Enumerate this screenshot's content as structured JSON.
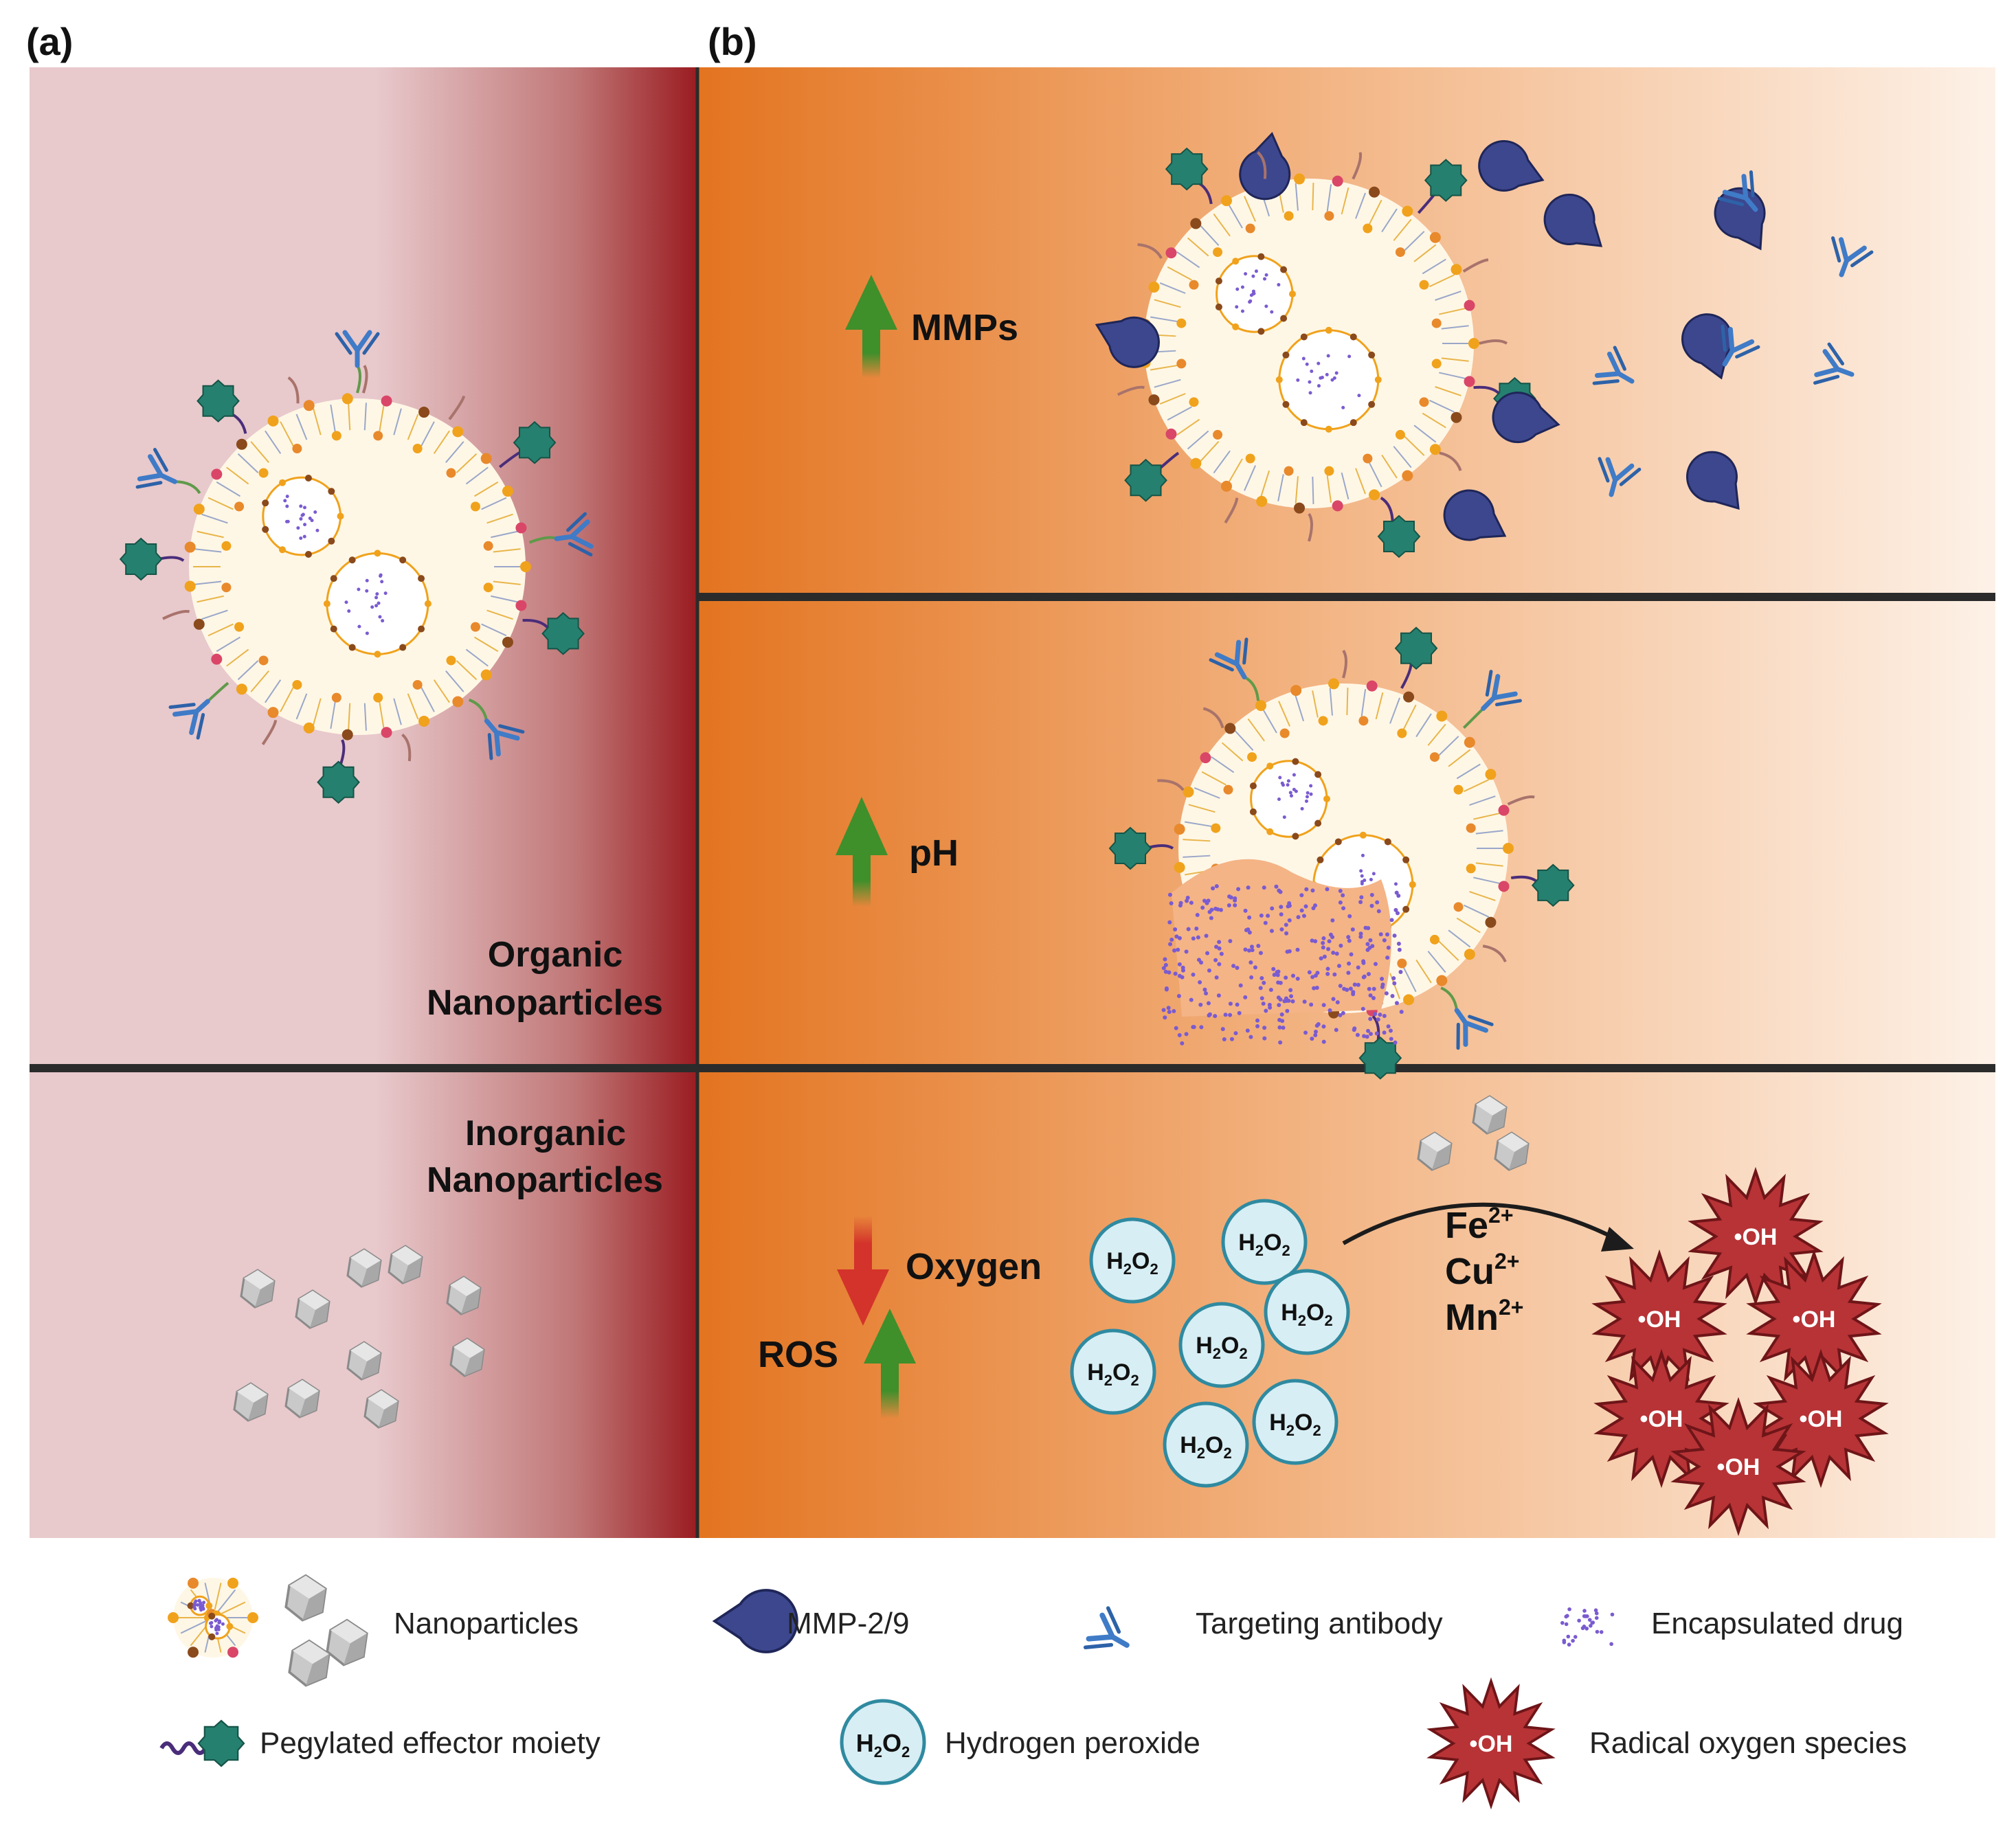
{
  "panel_labels": {
    "a": "(a)",
    "b": "(b)"
  },
  "left_panel": {
    "organic": [
      "Organic",
      "Nanoparticles"
    ],
    "inorganic": [
      "Inorganic",
      "Nanoparticles"
    ]
  },
  "stimuli": {
    "mmps": "MMPs",
    "ph": "pH",
    "oxygen": "Oxygen",
    "ros": "ROS"
  },
  "h2o2": {
    "h": "H",
    "sub2a": "2",
    "o": "O",
    "sub2b": "2"
  },
  "metal_ions": [
    {
      "sym": "Fe",
      "charge": "2+"
    },
    {
      "sym": "Cu",
      "charge": "2+"
    },
    {
      "sym": "Mn",
      "charge": "2+"
    }
  ],
  "radical": {
    "dot": "•",
    "label": "OH"
  },
  "legend": {
    "nanoparticles": "Nanoparticles",
    "mmp": "MMP-2/9",
    "antibody": "Targeting antibody",
    "drug": "Encapsulated drug",
    "peg": "Pegylated effector moiety",
    "h2o2": "Hydrogen peroxide",
    "ros": "Radical oxygen species"
  },
  "colors": {
    "left_bg": "#e8c9cc",
    "left_dark": "#9a1d22",
    "orange": "#e37420",
    "orange_light": "#fdf1e7",
    "divider": "#2b2b2b",
    "mmp": "#3c478e",
    "antibody": "#3f7bc7",
    "effector": "#26806f",
    "h2o2_fill": "#d7eef4",
    "h2o2_stroke": "#2f8aa0",
    "ros_fill": "#b73336",
    "arrow_up": "#3f8f2b",
    "arrow_down": "#d3332a",
    "drug": "#7a5bd0"
  }
}
